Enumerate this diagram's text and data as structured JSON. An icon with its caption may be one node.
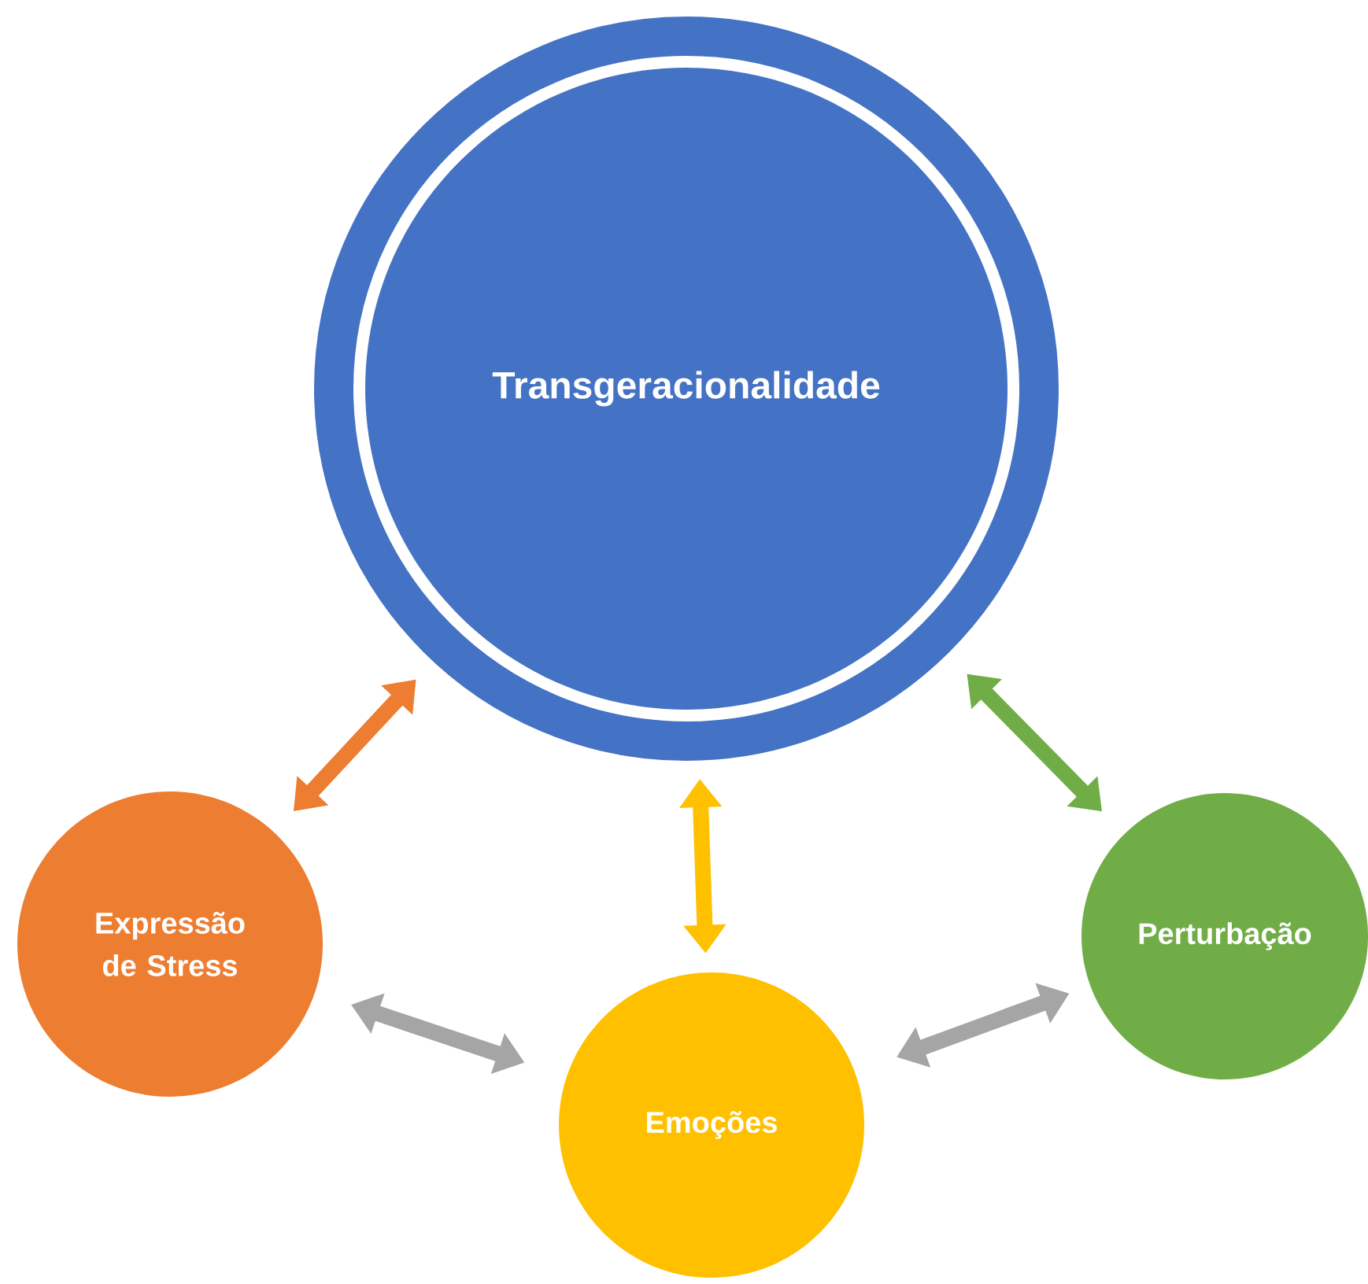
{
  "diagram": {
    "nodes": [
      {
        "text": [
          "Transgeracionalidade"
        ]
      },
      {
        "text": [
          "Expressão de Stress"
        ]
      },
      {
        "text": [
          "Emoções"
        ]
      },
      {
        "text": [
          "Perturbação"
        ]
      }
    ],
    "edges": [
      {
        "from": 0,
        "to": 1,
        "arrow": "both",
        "color": "#ed7d31"
      },
      {
        "from": 0,
        "to": 2,
        "arrow": "both",
        "color": "#ffc000"
      },
      {
        "from": 0,
        "to": 3,
        "arrow": "both",
        "color": "#70ad47"
      },
      {
        "from": 1,
        "to": 2,
        "arrow": "both",
        "color": "#a5a5a5"
      },
      {
        "from": 2,
        "to": 3,
        "arrow": "both",
        "color": "#a5a5a5"
      }
    ]
  }
}
